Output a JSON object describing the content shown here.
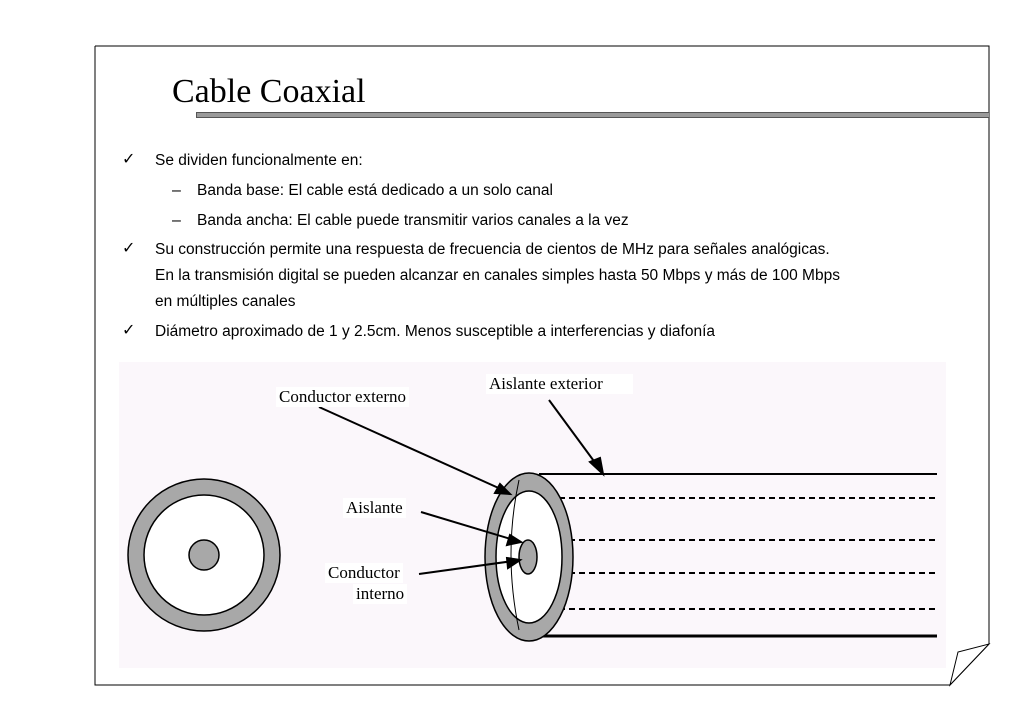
{
  "slide": {
    "title": "Cable Coaxial",
    "check_mark": "✓",
    "dash_mark": "–",
    "bullets": [
      {
        "text": "Se dividen funcionalmente en:"
      },
      {
        "text": "Banda base: El cable está dedicado a un solo canal",
        "sub": true
      },
      {
        "text": "Banda ancha: El cable puede transmitir varios canales a la vez",
        "sub": true
      },
      {
        "lines": [
          "Su construcción permite una respuesta de frecuencia de cientos de MHz para señales analógicas.",
          "En la transmisión digital se pueden alcanzar en canales simples hasta 50 Mbps y más de 100 Mbps",
          "en múltiples canales"
        ]
      },
      {
        "text": "Diámetro aproximado de 1 y 2.5cm. Menos susceptible a interferencias y diafonía"
      }
    ]
  },
  "figure": {
    "labels": {
      "aislante_exterior": "Aislante exterior",
      "conductor_externo": "Conductor externo",
      "aislante": "Aislante",
      "conductor_interno_1": "Conductor",
      "conductor_interno_2": "interno"
    },
    "colors": {
      "shield": "#a8a8a8",
      "core": "#a8a8a8",
      "outline": "#000000"
    }
  }
}
